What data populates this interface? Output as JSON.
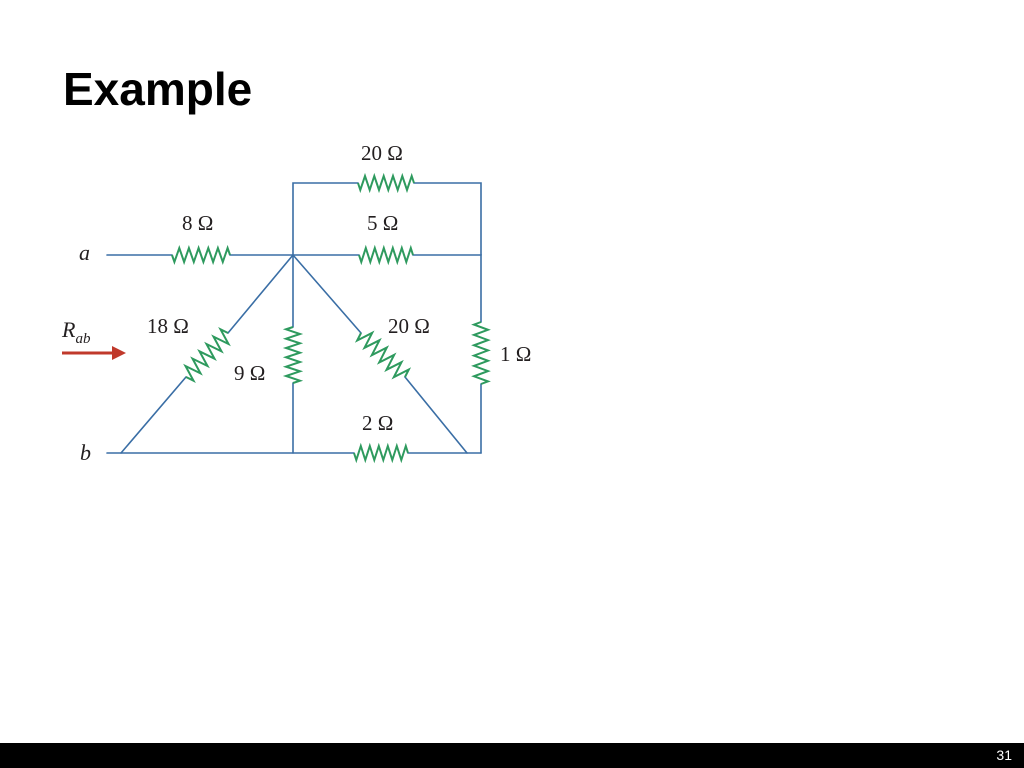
{
  "slide": {
    "title": "Example",
    "page_number": "31"
  },
  "circuit": {
    "terminals": {
      "a": "a",
      "b": "b"
    },
    "rab": {
      "main": "R",
      "sub": "ab"
    },
    "resistors": {
      "r_top": "20 Ω",
      "r_a": "8 Ω",
      "r_mid": "5 Ω",
      "r_18": "18 Ω",
      "r_9": "9 Ω",
      "r_diag20": "20 Ω",
      "r_1": "1 Ω",
      "r_2": "2 Ω"
    },
    "colors": {
      "wire": "#3a6ea5",
      "resistor": "#2e9a5e",
      "arrow": "#c0392b"
    }
  }
}
